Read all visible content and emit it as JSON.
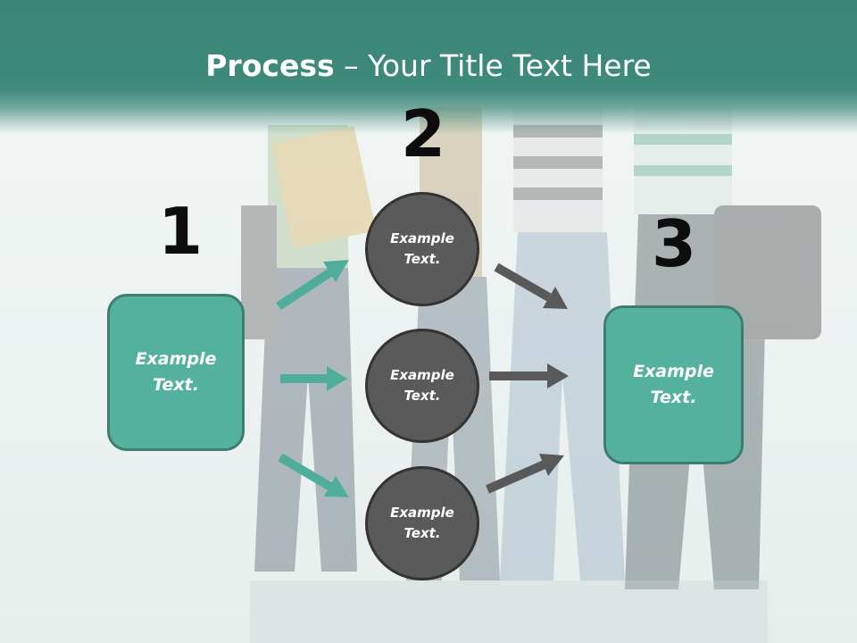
{
  "header": {
    "title_bold": "Process",
    "title_separator": " – ",
    "title_rest": "Your Title Text Here"
  },
  "steps": {
    "one": "1",
    "two": "2",
    "three": "3"
  },
  "nodes": {
    "left_box": {
      "line1": "Example",
      "line2": "Text."
    },
    "circle_top": {
      "line1": "Example",
      "line2": "Text."
    },
    "circle_middle": {
      "line1": "Example",
      "line2": "Text."
    },
    "circle_bottom": {
      "line1": "Example",
      "line2": "Text."
    },
    "right_box": {
      "line1": "Example",
      "line2": "Text."
    }
  },
  "colors": {
    "header": "#3e8a7b",
    "box_fill": "#54b19e",
    "box_border": "#3d7e70",
    "circle_fill": "#5a5a5a",
    "circle_border": "#333333",
    "teal_arrow": "#4fae9b",
    "gray_arrow": "#595959"
  },
  "icons": {
    "background": "students-photo",
    "arrows": "arrow-right-icon"
  }
}
